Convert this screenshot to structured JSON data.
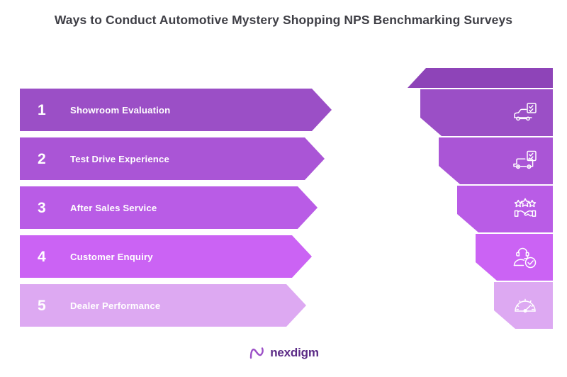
{
  "page": {
    "title": "Ways to Conduct Automotive Mystery Shopping NPS Benchmarking Surveys",
    "background": "#ffffff",
    "title_color": "#3f3f46"
  },
  "steps": [
    {
      "number": "1",
      "label": "Showroom Evaluation",
      "color": "#9b4fc6",
      "icon": "car-checklist-icon"
    },
    {
      "number": "2",
      "label": "Test Drive Experience",
      "color": "#aa55d6",
      "icon": "van-checklist-icon"
    },
    {
      "number": "3",
      "label": "After Sales Service",
      "color": "#b95ce6",
      "icon": "stars-handshake-icon"
    },
    {
      "number": "4",
      "label": "Customer Enquiry",
      "color": "#cb63f4",
      "icon": "agent-headset-check-icon"
    },
    {
      "number": "5",
      "label": "Dealer Performance",
      "color": "#dda9f2",
      "icon": "speedometer-icon"
    }
  ],
  "ribbon": {
    "cap_color": "#8e44b8",
    "band_colors": [
      "#9b4fc6",
      "#aa55d6",
      "#b95ce6",
      "#cb63f4",
      "#dda9f2"
    ]
  },
  "logo": {
    "text": "nexdigm",
    "mark": "nexdigm-n-mark-icon",
    "color": "#5b2a86",
    "mark_color": "#9b4fc6"
  }
}
